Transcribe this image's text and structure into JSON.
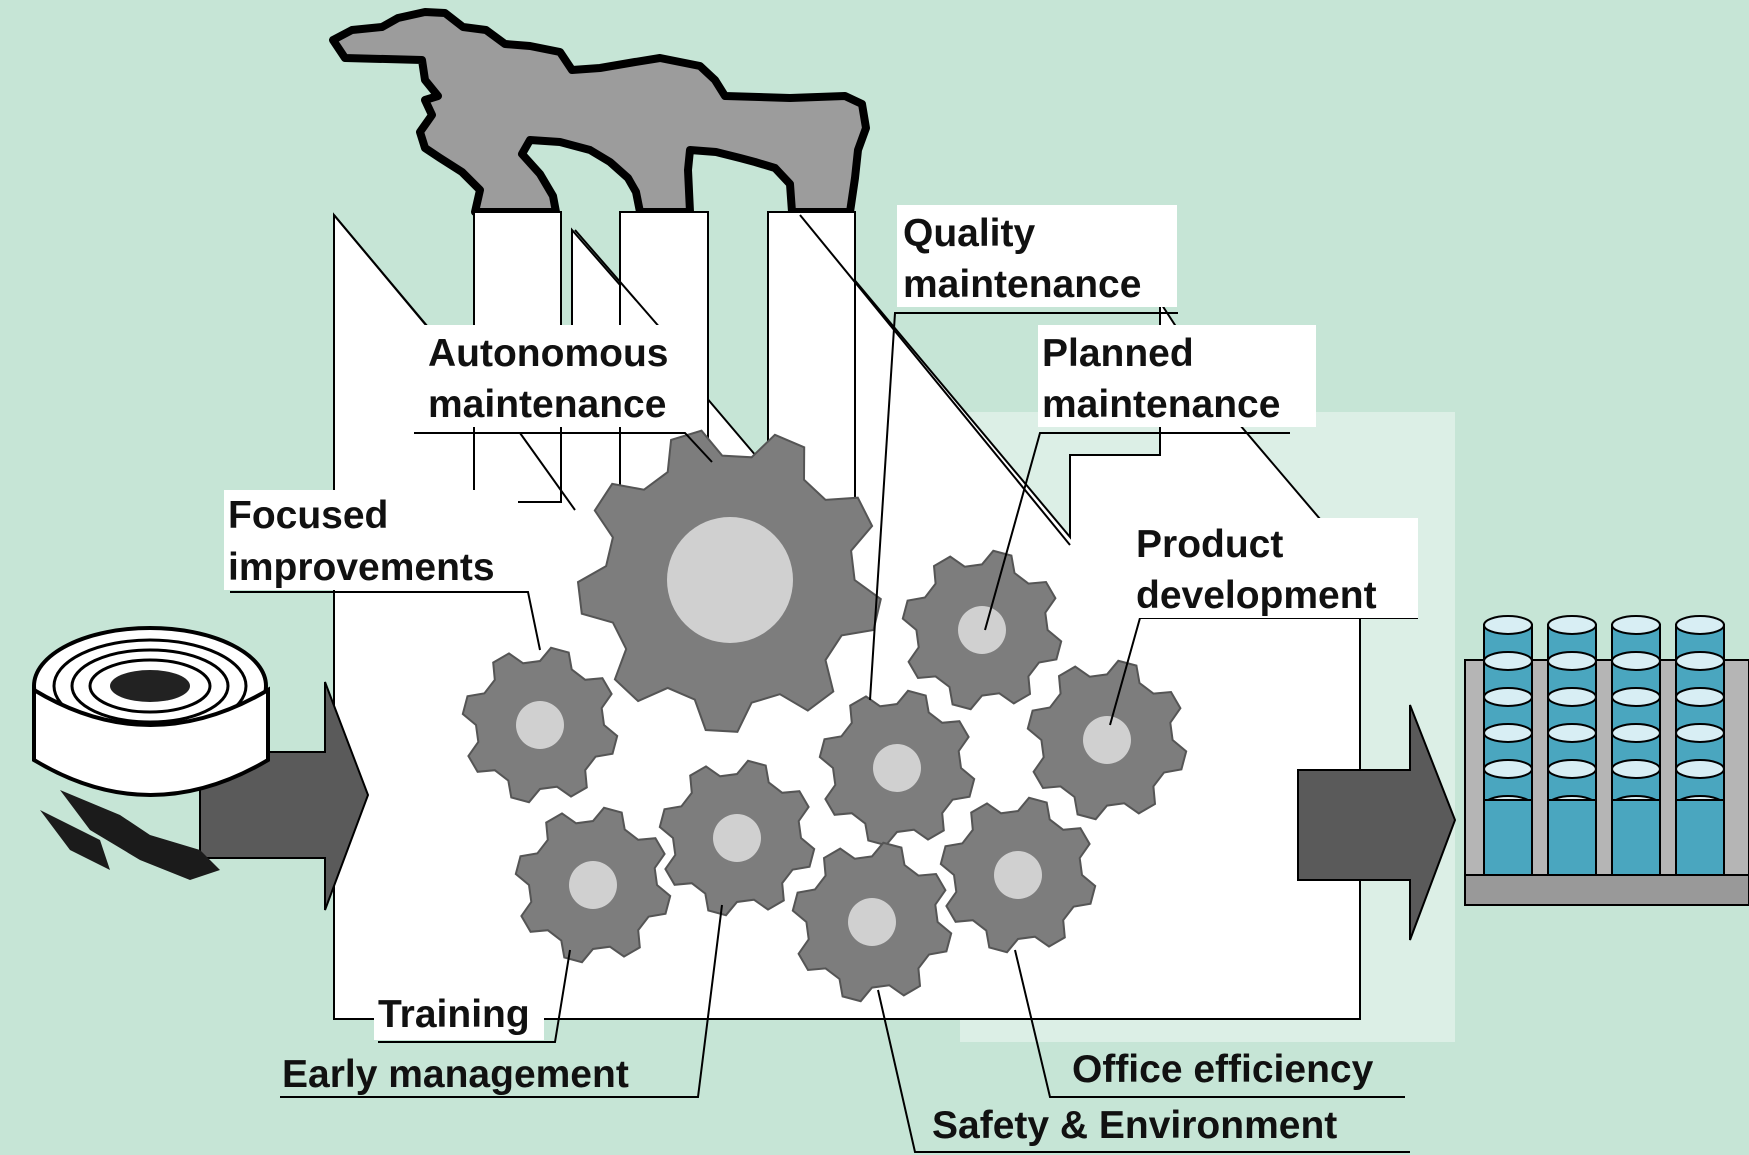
{
  "diagram": {
    "labels": {
      "autonomous_maintenance": [
        "Autonomous",
        "maintenance"
      ],
      "quality_maintenance": [
        "Quality",
        "maintenance"
      ],
      "planned_maintenance": [
        "Planned",
        "maintenance"
      ],
      "focused_improvements": [
        "Focused",
        "improvements"
      ],
      "product_development": [
        "Product",
        "development"
      ],
      "training": "Training",
      "early_management": "Early management",
      "office_efficiency": "Office efficiency",
      "safety_environment": "Safety & Environment"
    },
    "colors": {
      "background": "#c6e5d6",
      "factory": "#ffffff",
      "gear": "#7d7d7d",
      "gear_hub": "#d0d0d0",
      "smoke": "#9c9c9c",
      "arrow": "#5a5a5a",
      "cans": "#4aa6bf"
    },
    "icons": {
      "input": "steel-coil-icon",
      "output": "cans-product-icon"
    }
  }
}
